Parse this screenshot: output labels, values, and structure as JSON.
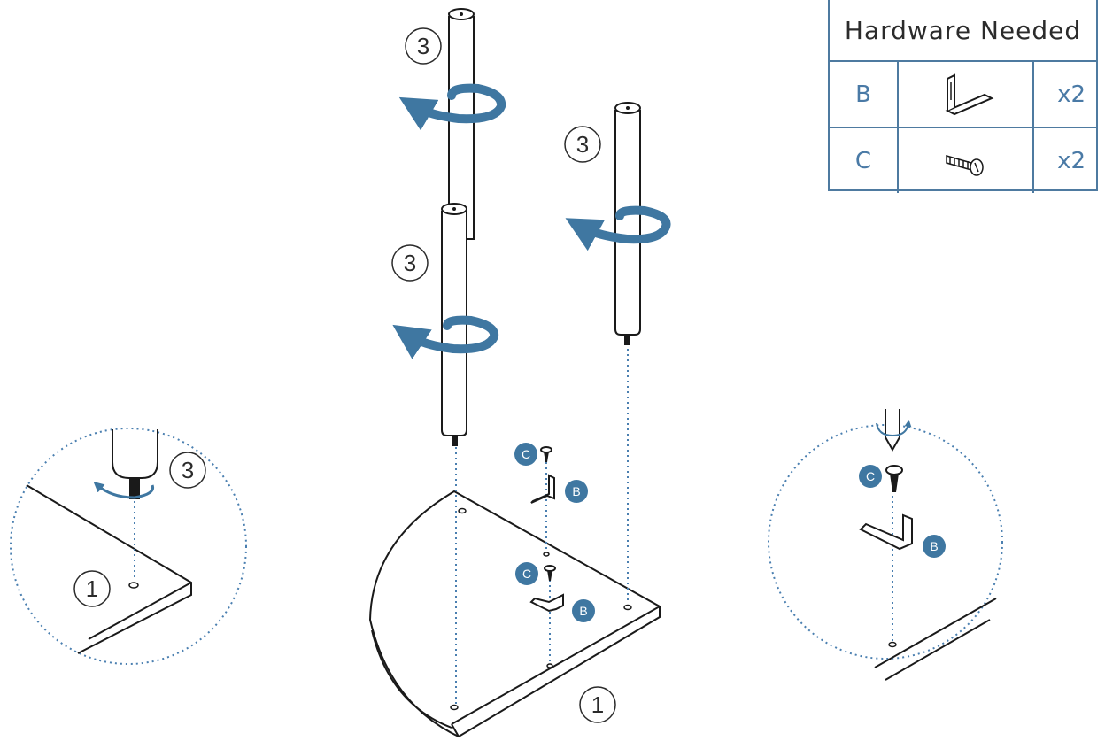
{
  "hardware_table": {
    "title": "Hardware Needed",
    "rows": [
      {
        "letter": "B",
        "icon": "l-bracket-icon",
        "qty": "x2"
      },
      {
        "letter": "C",
        "icon": "screw-icon",
        "qty": "x2"
      }
    ]
  },
  "step_numbers": {
    "pole": "3",
    "base": "1"
  },
  "badges": {
    "bracket": "B",
    "screw": "C"
  },
  "colors": {
    "accent": "#3f77a1",
    "line": "#1a1a1a",
    "dotted": "#4a7fb0",
    "table_border": "#4e7aa0"
  }
}
